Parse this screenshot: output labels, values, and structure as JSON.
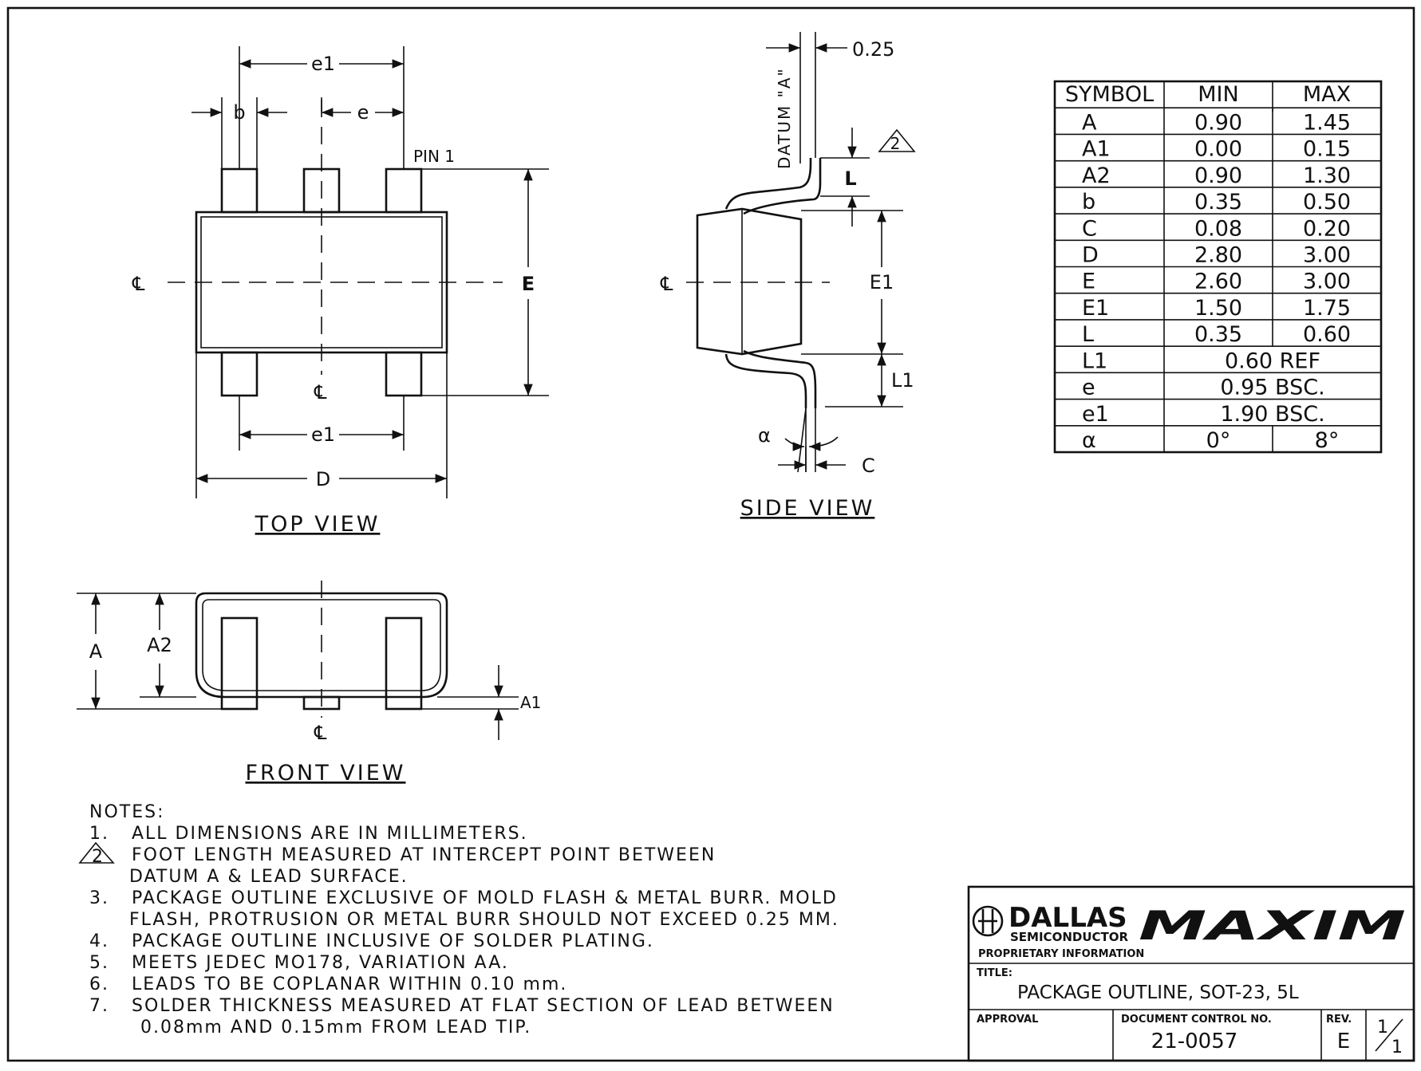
{
  "top_view": {
    "title": "TOP VIEW",
    "labels": {
      "e1_top": "e1",
      "b": "b",
      "e": "e",
      "pin1": "PIN 1",
      "E": "E",
      "e1_bottom": "e1",
      "D": "D",
      "cl_left": "℄",
      "cl_bottom": "℄"
    }
  },
  "side_view": {
    "title": "SIDE VIEW",
    "labels": {
      "dim_025": "0.25",
      "datum": "DATUM \"A\"",
      "note_ref": "2",
      "L": "L",
      "E1": "E1",
      "L1": "L1",
      "alpha": "α",
      "C": "C",
      "cl": "℄"
    }
  },
  "front_view": {
    "title": "FRONT VIEW",
    "labels": {
      "A": "A",
      "A2": "A2",
      "A1": "A1",
      "cl": "℄"
    }
  },
  "dimension_table": {
    "headers": [
      "SYMBOL",
      "MIN",
      "MAX"
    ],
    "rows": [
      [
        "A",
        "0.90",
        "1.45"
      ],
      [
        "A1",
        "0.00",
        "0.15"
      ],
      [
        "A2",
        "0.90",
        "1.30"
      ],
      [
        "b",
        "0.35",
        "0.50"
      ],
      [
        "C",
        "0.08",
        "0.20"
      ],
      [
        "D",
        "2.80",
        "3.00"
      ],
      [
        "E",
        "2.60",
        "3.00"
      ],
      [
        "E1",
        "1.50",
        "1.75"
      ],
      [
        "L",
        "0.35",
        "0.60"
      ],
      [
        "L1",
        "0.60 REF",
        ""
      ],
      [
        "e",
        "0.95 BSC.",
        ""
      ],
      [
        "e1",
        "1.90 BSC.",
        ""
      ],
      [
        "α",
        "0°",
        "8°"
      ]
    ]
  },
  "notes": {
    "heading": "NOTES:",
    "items": [
      {
        "num": "1.",
        "lines": [
          "ALL DIMENSIONS ARE IN MILLIMETERS."
        ]
      },
      {
        "num": "2",
        "lines": [
          "FOOT LENGTH MEASURED AT INTERCEPT POINT BETWEEN",
          "DATUM A & LEAD SURFACE."
        ]
      },
      {
        "num": "3.",
        "lines": [
          "PACKAGE OUTLINE EXCLUSIVE OF MOLD FLASH & METAL BURR. MOLD",
          "FLASH, PROTRUSION OR METAL BURR SHOULD NOT EXCEED 0.25 MM."
        ]
      },
      {
        "num": "4.",
        "lines": [
          "PACKAGE OUTLINE INCLUSIVE OF SOLDER PLATING."
        ]
      },
      {
        "num": "5.",
        "lines": [
          "MEETS JEDEC MO178, VARIATION AA."
        ]
      },
      {
        "num": "6.",
        "lines": [
          "LEADS TO BE COPLANAR WITHIN 0.10 mm."
        ]
      },
      {
        "num": "7.",
        "lines": [
          "SOLDER THICKNESS MEASURED AT FLAT SECTION OF LEAD BETWEEN",
          "0.08mm AND 0.15mm FROM LEAD TIP."
        ]
      }
    ]
  },
  "title_block": {
    "brand_dallas": "DALLAS",
    "brand_semiconductor": "SEMICONDUCTOR",
    "brand_maxim": "MAXIM",
    "proprietary": "PROPRIETARY INFORMATION",
    "title_label": "TITLE:",
    "title": "PACKAGE OUTLINE, SOT-23, 5L",
    "approval_label": "APPROVAL",
    "doc_label": "DOCUMENT CONTROL NO.",
    "doc_no": "21-0057",
    "rev_label": "REV.",
    "rev": "E",
    "sheet_num": "1",
    "sheet_den": "1"
  }
}
